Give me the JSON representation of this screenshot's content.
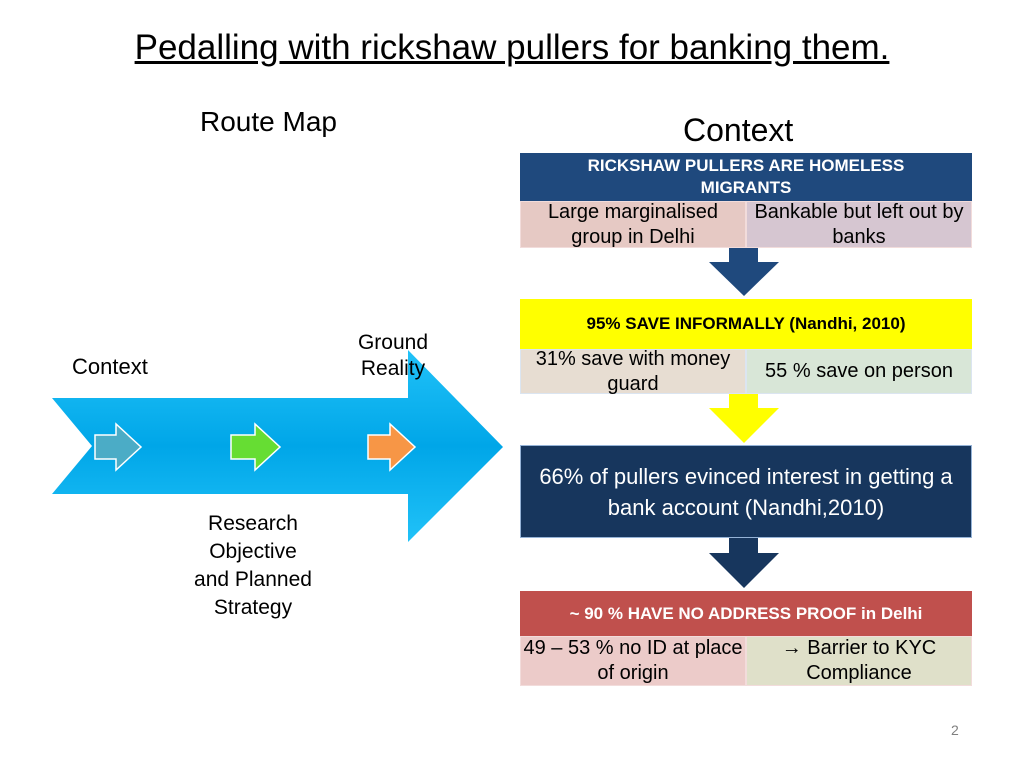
{
  "slide": {
    "title": "Pedalling with rickshaw pullers for banking them.",
    "page_number": "2"
  },
  "route_map": {
    "heading": "Route Map",
    "stage_context": "Context",
    "stage_ground_reality": "Ground Reality",
    "stage_research": "Research Objective and Planned Strategy",
    "stage_colors": [
      "#4bacc6",
      "#66dd33",
      "#f79646"
    ],
    "arrow_color": "#00b0f0"
  },
  "context_panel": {
    "heading": "Context",
    "block1": {
      "header": "RICKSHAW PULLERS ARE HOMELESS MIGRANTS",
      "left": "Large marginalised group in Delhi",
      "right": "Bankable but left out by banks"
    },
    "block2": {
      "header": "95% SAVE  INFORMALLY (Nandhi, 2010)",
      "left": "31% save with money guard",
      "right": "55 % save on person"
    },
    "block3": {
      "text": "66%  of pullers evinced interest in getting a bank account (Nandhi,2010)"
    },
    "block4": {
      "header": "~ 90 % HAVE NO ADDRESS PROOF in Delhi",
      "left": "49 – 53 % no ID at place of origin",
      "right": "→ Barrier to KYC Compliance"
    },
    "connector_colors": [
      "#1f497d",
      "#ffff00",
      "#17365d"
    ]
  }
}
